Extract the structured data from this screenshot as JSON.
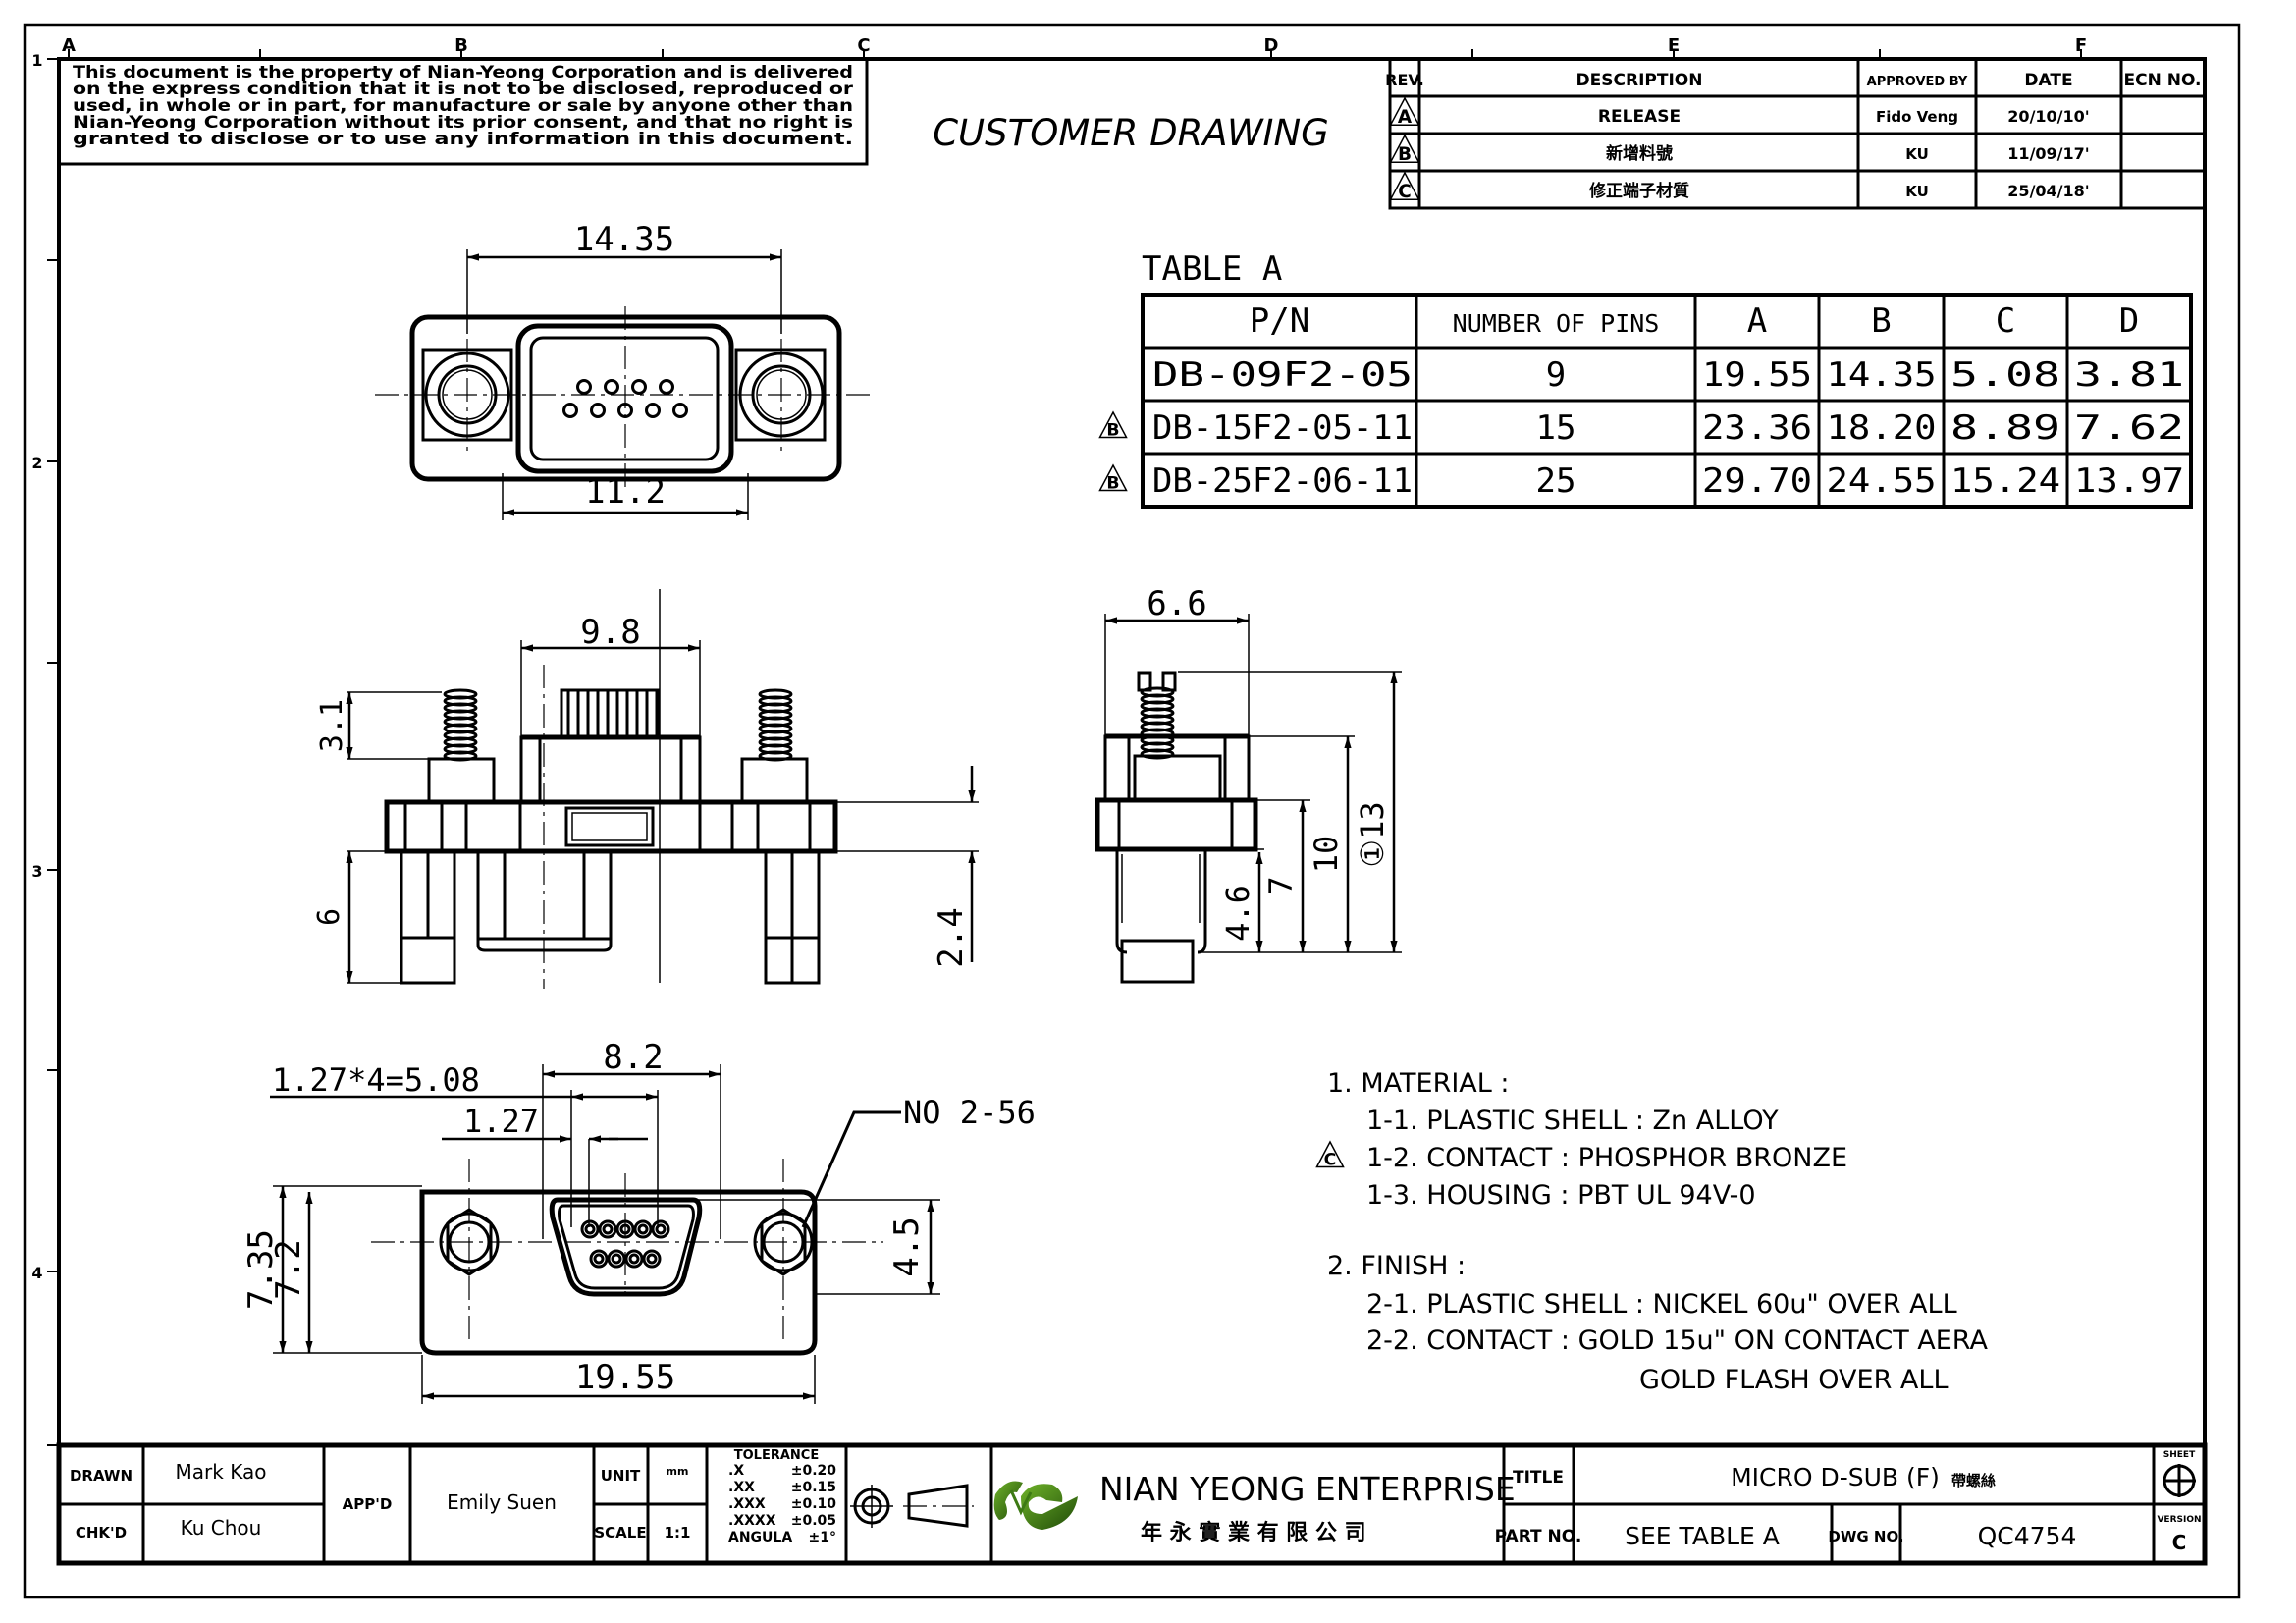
{
  "sheet": {
    "zone_columns": [
      "A",
      "B",
      "C",
      "D",
      "E",
      "F"
    ],
    "zone_rows": [
      "1",
      "2",
      "3",
      "4"
    ]
  },
  "notice": {
    "lines": [
      "This document is the property of Nian-Yeong Corporation and is delivered",
      "on  the  express condition that it is not to be disclosed, reproduced or",
      "used, in whole or in part, for manufacture or sale by anyone other than",
      "Nian-Yeong Corporation without  its prior consent, and that  no right  is",
      "granted to disclose or to use any information in this  document."
    ]
  },
  "header_title": "CUSTOMER DRAWING",
  "revision_table": {
    "headers": [
      "REV.",
      "DESCRIPTION",
      "APPROVED BY",
      "DATE",
      "ECN NO."
    ],
    "rows": [
      {
        "rev": "A",
        "description": "RELEASE",
        "approved_by": "Fido Veng",
        "date": "20/10/10'",
        "ecn": ""
      },
      {
        "rev": "B",
        "description": "新增料號",
        "approved_by": "KU",
        "date": "11/09/17'",
        "ecn": ""
      },
      {
        "rev": "C",
        "description": "修正端子材質",
        "approved_by": "KU",
        "date": "25/04/18'",
        "ecn": ""
      }
    ]
  },
  "table_a": {
    "title": "TABLE A",
    "headers": [
      "P/N",
      "NUMBER OF PINS",
      "A",
      "B",
      "C",
      "D"
    ],
    "rows": [
      {
        "rev_mark": "",
        "pn": "DB-09F2-05",
        "pins": "9",
        "a": "19.55",
        "b": "14.35",
        "c": "5.08",
        "d": "3.81"
      },
      {
        "rev_mark": "B",
        "pn": "DB-15F2-05-11",
        "pins": "15",
        "a": "23.36",
        "b": "18.20",
        "c": "8.89",
        "d": "7.62"
      },
      {
        "rev_mark": "B",
        "pn": "DB-25F2-06-11",
        "pins": "25",
        "a": "29.70",
        "b": "24.55",
        "c": "15.24",
        "d": "13.97"
      }
    ]
  },
  "views": {
    "top": {
      "dims": {
        "overall_b": "14.35",
        "inner": "11.2"
      }
    },
    "front": {
      "dims": {
        "shell": "9.8",
        "thread": "3.1",
        "post": "6",
        "flange": "2.4"
      }
    },
    "side": {
      "dims": {
        "width": "6.6",
        "h1": "4.6",
        "h2": "7",
        "h3": "10",
        "h4": "13",
        "h4_prefix": "①"
      }
    },
    "bottom": {
      "dims": {
        "shell": "8.2",
        "pitch_total": "1.27*4=5.08",
        "pitch": "1.27",
        "screw": "NO 2-56",
        "h_outer": "7.35",
        "h_inner": "7.2",
        "shell_h": "4.5",
        "overall_a": "19.55"
      }
    }
  },
  "notes": {
    "material_heading": "1.  MATERIAL  :",
    "material_items": [
      {
        "rev_mark": "",
        "text": "1-1.  PLASTIC  SHELL  :  Zn  ALLOY"
      },
      {
        "rev_mark": "C",
        "text": "1-2.  CONTACT  :  PHOSPHOR  BRONZE"
      },
      {
        "rev_mark": "",
        "text": "1-3.  HOUSING  :  PBT  UL  94V-0"
      }
    ],
    "finish_heading": "2.  FINISH  :",
    "finish_items": [
      "2-1.  PLASTIC  SHELL  :  NICKEL  60u\"  OVER  ALL",
      "2-2.  CONTACT  :  GOLD  15u\"  ON  CONTACT  AERA",
      "GOLD  FLASH  OVER  ALL"
    ]
  },
  "title_block": {
    "drawn_label": "DRAWN",
    "drawn_value": "Mark Kao",
    "checked_label": "CHK'D",
    "checked_value": "Ku Chou",
    "approved_label": "APP'D",
    "approved_value": "Emily Suen",
    "unit_label": "UNIT",
    "unit_value": "mm",
    "scale_label": "SCALE",
    "scale_value": "1:1",
    "tolerance_label": "TOLERANCE",
    "tolerances": [
      {
        "k": ".X",
        "v": "±0.20"
      },
      {
        "k": ".XX",
        "v": "±0.15"
      },
      {
        "k": ".XXX",
        "v": "±0.10"
      },
      {
        "k": ".XXXX",
        "v": "±0.05"
      },
      {
        "k": "ANGULA",
        "v": "±1°"
      }
    ],
    "company_en": "NIAN YEONG ENTERPRISE",
    "company_zh": "年 永 實 業 有 限 公 司",
    "logo_color": "#3d7a14",
    "title_label": "TITLE",
    "title_value": "MICRO D-SUB (F)",
    "title_value_zh": "帶螺絲",
    "part_no_label": "PART NO.",
    "part_no_value": "SEE TABLE A",
    "dwg_no_label": "DWG NO.",
    "dwg_no_value": "QC4754",
    "sheet_label": "SHEET",
    "version_label": "VERSION",
    "version_value": "C"
  }
}
